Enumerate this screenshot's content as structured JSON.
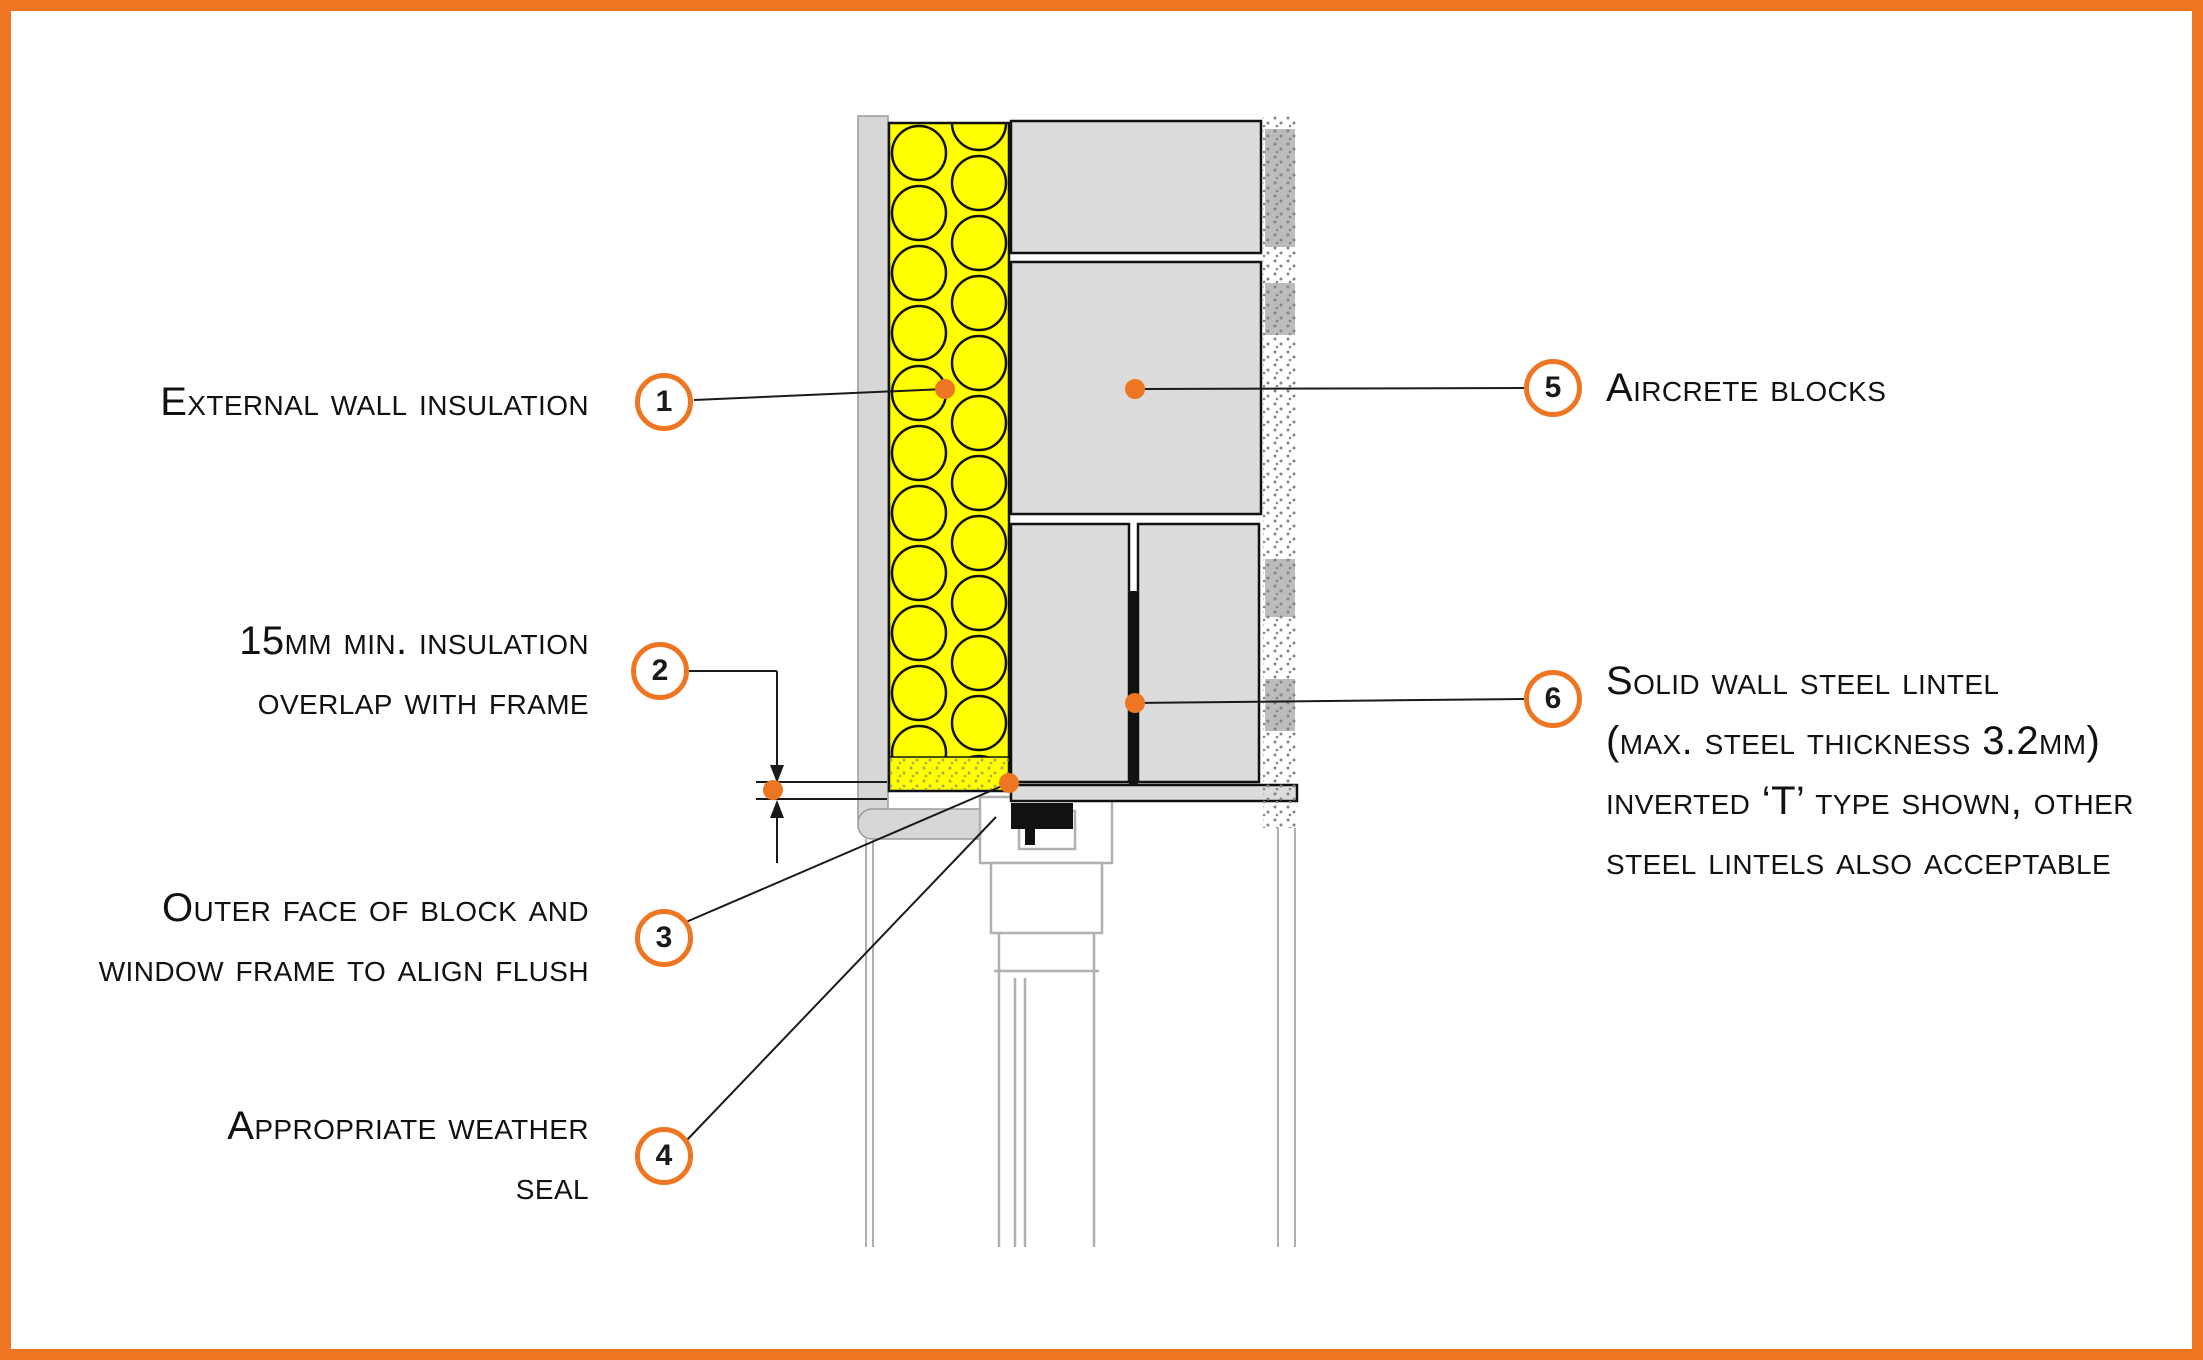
{
  "colors": {
    "orange": "#EE7623",
    "insulation_yellow": "#FFFF00",
    "block_gray": "#DCDCDC",
    "line_black": "#111111",
    "frame_gray": "#B0B0B0"
  },
  "callouts": {
    "c1": {
      "number": "1",
      "lines": [
        "External wall insulation"
      ]
    },
    "c2": {
      "number": "2",
      "lines": [
        "15mm min. insulation",
        "overlap with frame"
      ]
    },
    "c3": {
      "number": "3",
      "lines": [
        "Outer face of block and",
        "window frame to align flush"
      ]
    },
    "c4": {
      "number": "4",
      "lines": [
        "Appropriate weather",
        "seal"
      ]
    },
    "c5": {
      "number": "5",
      "lines": [
        "Aircrete blocks"
      ]
    },
    "c6": {
      "number": "6",
      "lines": [
        "Solid wall steel lintel",
        "(max. steel thickness 3.2mm)",
        "inverted ‘T’ type shown, other",
        "steel lintels also acceptable"
      ]
    }
  }
}
